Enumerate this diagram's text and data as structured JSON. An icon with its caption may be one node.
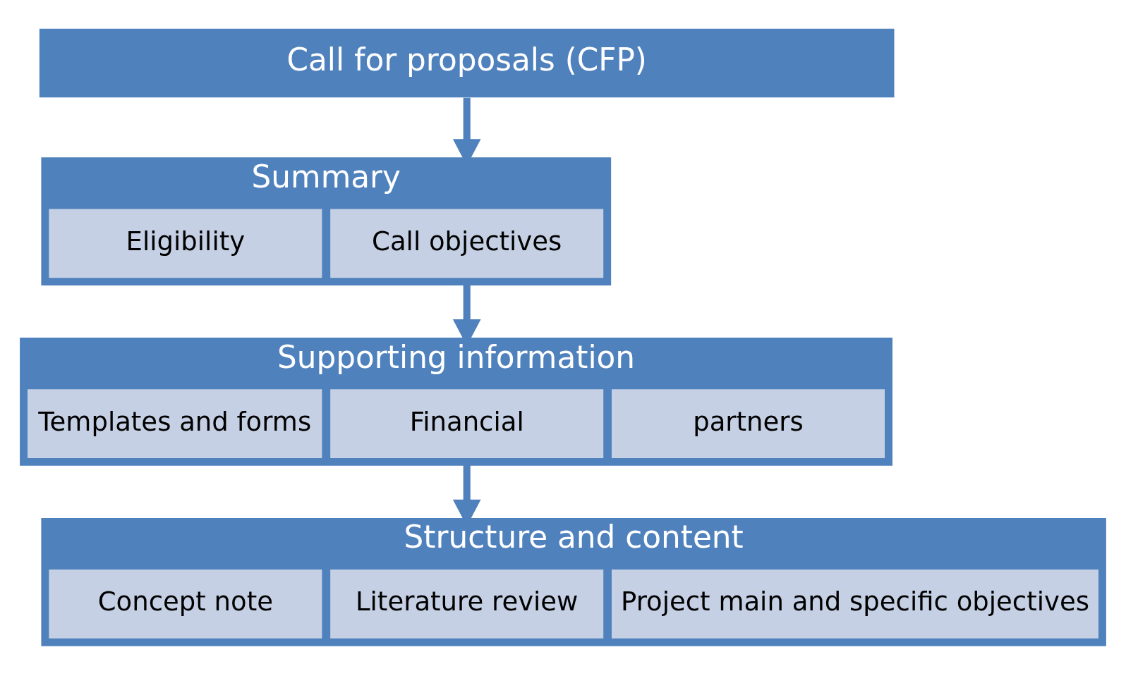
{
  "diagram": {
    "nodes": [
      {
        "text": [
          "Call for proposals (CFP)"
        ]
      },
      {
        "text": [
          "Summary"
        ]
      },
      {
        "text": [
          "Eligibility"
        ],
        "in": 1
      },
      {
        "text": [
          "Call objectives"
        ],
        "in": 1
      },
      {
        "text": [
          "Supporting information"
        ]
      },
      {
        "text": [
          "Templates and forms"
        ],
        "in": 4
      },
      {
        "text": [
          "Financial"
        ],
        "in": 4
      },
      {
        "text": [
          "partners"
        ],
        "in": 4
      },
      {
        "text": [
          "Structure and content"
        ]
      },
      {
        "text": [
          "Concept note"
        ],
        "in": 8
      },
      {
        "text": [
          "Literature review"
        ],
        "in": 8
      },
      {
        "text": [
          "Project main and specific objectives"
        ],
        "in": 8
      }
    ],
    "edges": [
      {
        "from": 0,
        "to": 1,
        "arrow": "to"
      },
      {
        "from": 1,
        "to": 4,
        "arrow": "to"
      },
      {
        "from": 4,
        "to": 8,
        "arrow": "to"
      }
    ]
  }
}
